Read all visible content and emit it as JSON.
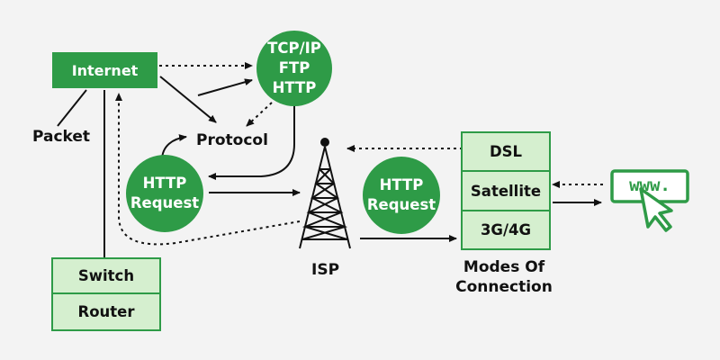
{
  "nodes": {
    "internet": "Internet",
    "protocols": [
      "TCP/IP",
      "FTP",
      "HTTP"
    ],
    "packet": "Packet",
    "protocol": "Protocol",
    "http_request_left": [
      "HTTP",
      "Request"
    ],
    "http_request_right": [
      "HTTP",
      "Request"
    ],
    "isp": "ISP",
    "switch": "Switch",
    "router": "Router",
    "modes": [
      "DSL",
      "Satellite",
      "3G/4G"
    ],
    "modes_caption": [
      "Modes Of",
      "Connection"
    ],
    "www": "www."
  },
  "colors": {
    "green": "#2e9b47",
    "light_green": "#d5efcf",
    "background": "#f3f3f3",
    "line": "#111111"
  },
  "icons": [
    "tower-antenna-icon",
    "www-browser-cursor-icon"
  ]
}
